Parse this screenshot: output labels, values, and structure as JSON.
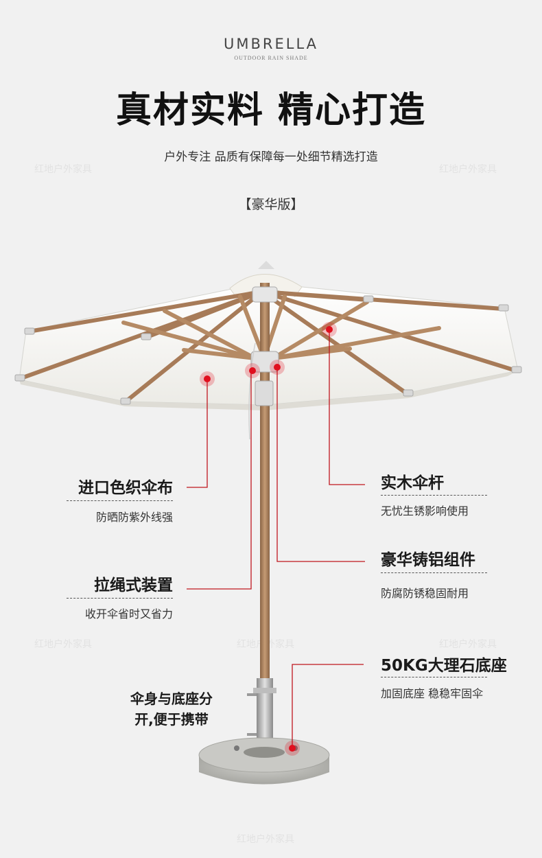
{
  "header": {
    "brand": "UMBRELLA",
    "brand_sub": "OUTDOOR RAIN SHADE",
    "headline": "真材实料 精心打造",
    "subline": "户外专注 品质有保障每一处细节精选打造",
    "edition": "【豪华版】"
  },
  "watermark": "红地户外家具",
  "features": [
    {
      "title": "进口色织伞布",
      "desc": "防晒防紫外线强"
    },
    {
      "title": "实木伞杆",
      "desc": "无忧生锈影响使用"
    },
    {
      "title": "豪华铸铝组件",
      "desc": "防腐防锈稳固耐用"
    },
    {
      "title": "拉绳式装置",
      "desc": "收开伞省时又省力"
    },
    {
      "title": "50KG大理石底座",
      "desc": "加固底座 稳稳牢固伞"
    }
  ],
  "note": {
    "line1": "伞身与底座分",
    "line2": "开,便于携带"
  },
  "colors": {
    "marker": "#e0101e",
    "leader": "#c0161e",
    "wood": "#b48560",
    "canopy": "#f7f7f4",
    "stone": "#b9b9b4"
  }
}
